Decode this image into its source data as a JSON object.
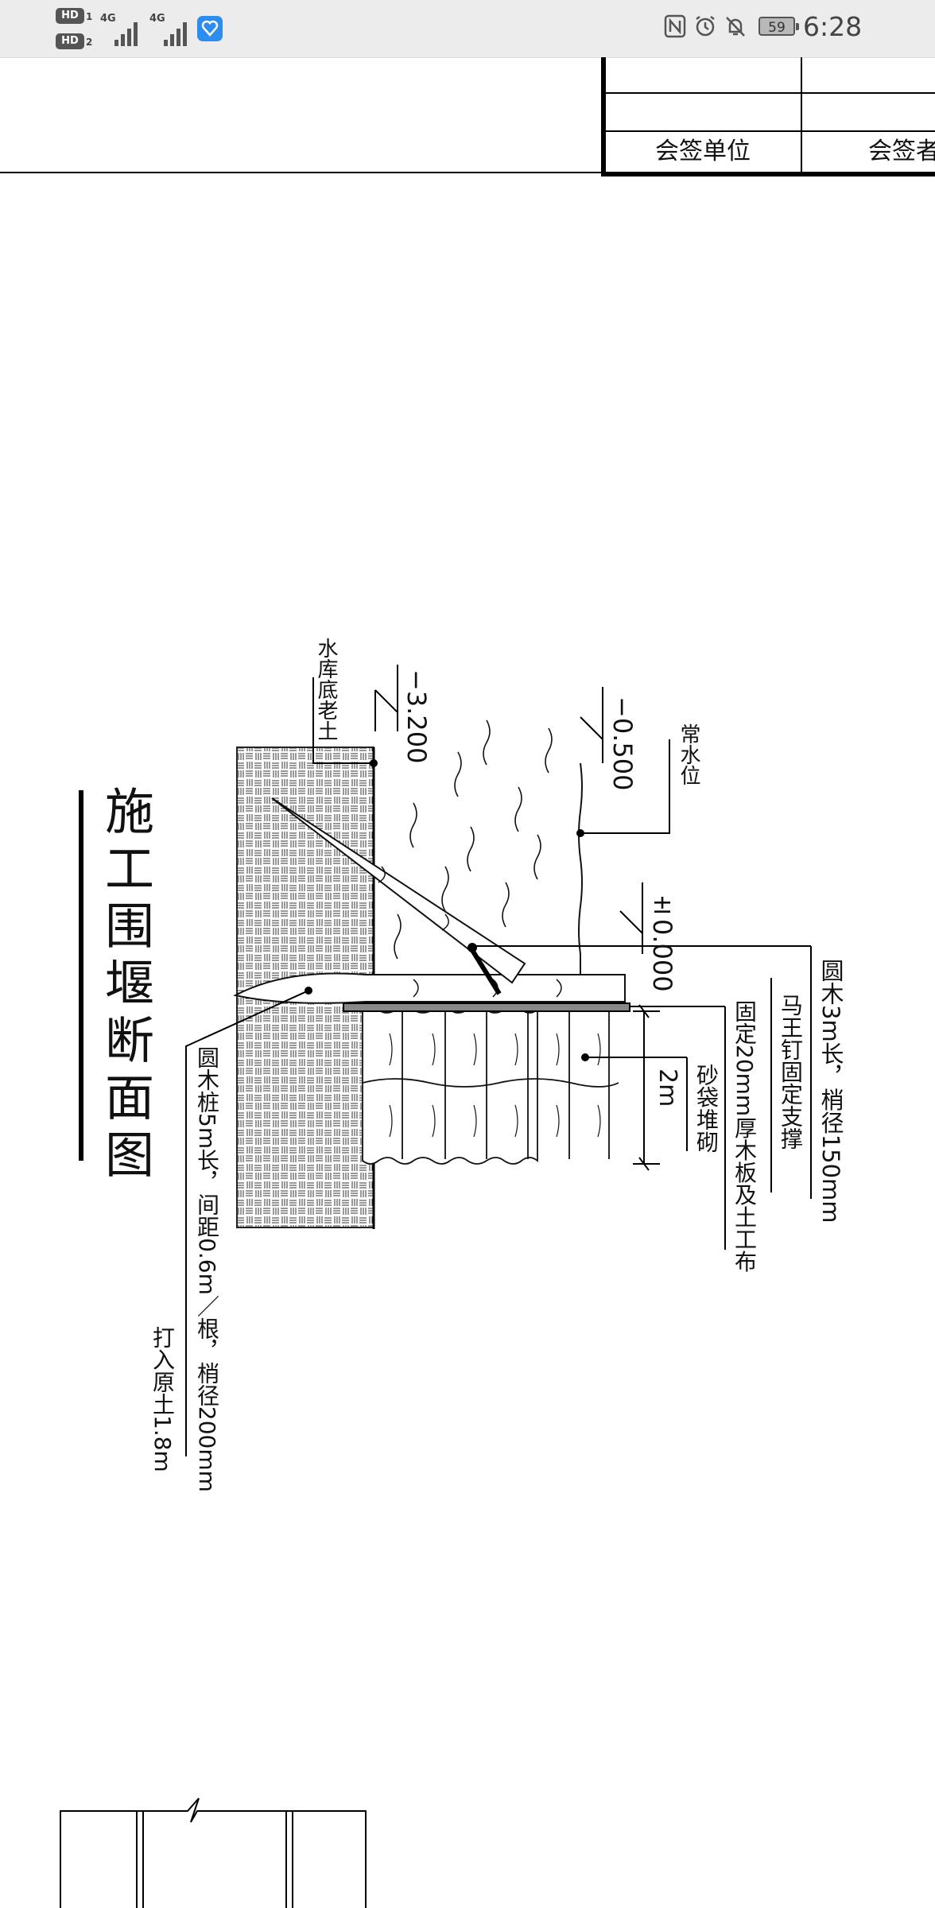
{
  "status_bar": {
    "hd_1": "HD",
    "hd_1_num": "1",
    "hd_2": "HD",
    "hd_2_num": "2",
    "sim1_tag": "4G",
    "sim2_tag": "4G",
    "battery": "59",
    "time": "6:28"
  },
  "title_block": {
    "col1_label": "会签单位",
    "col2_label": "会签者"
  },
  "drawing": {
    "title": "施工围堰断面图",
    "labels": {
      "reservoir_bottom": "水库底老土",
      "elev_low": "−3.200",
      "elev_normal": "−0.500",
      "normal_level": "常水位",
      "elev_zero": "±0.000",
      "log_3m": "圆木3m长，梢径150mm",
      "nail_brace": "马王钉固定支撑",
      "plank": "固定20mm厚木板及土工布",
      "sandbag": "砂袋堆砌",
      "dim_2m": "2m",
      "pile_5m": "圆木桩5m长，间距0.6m／根，梢径200mm",
      "drive_in": "打入原土1.8m"
    }
  }
}
